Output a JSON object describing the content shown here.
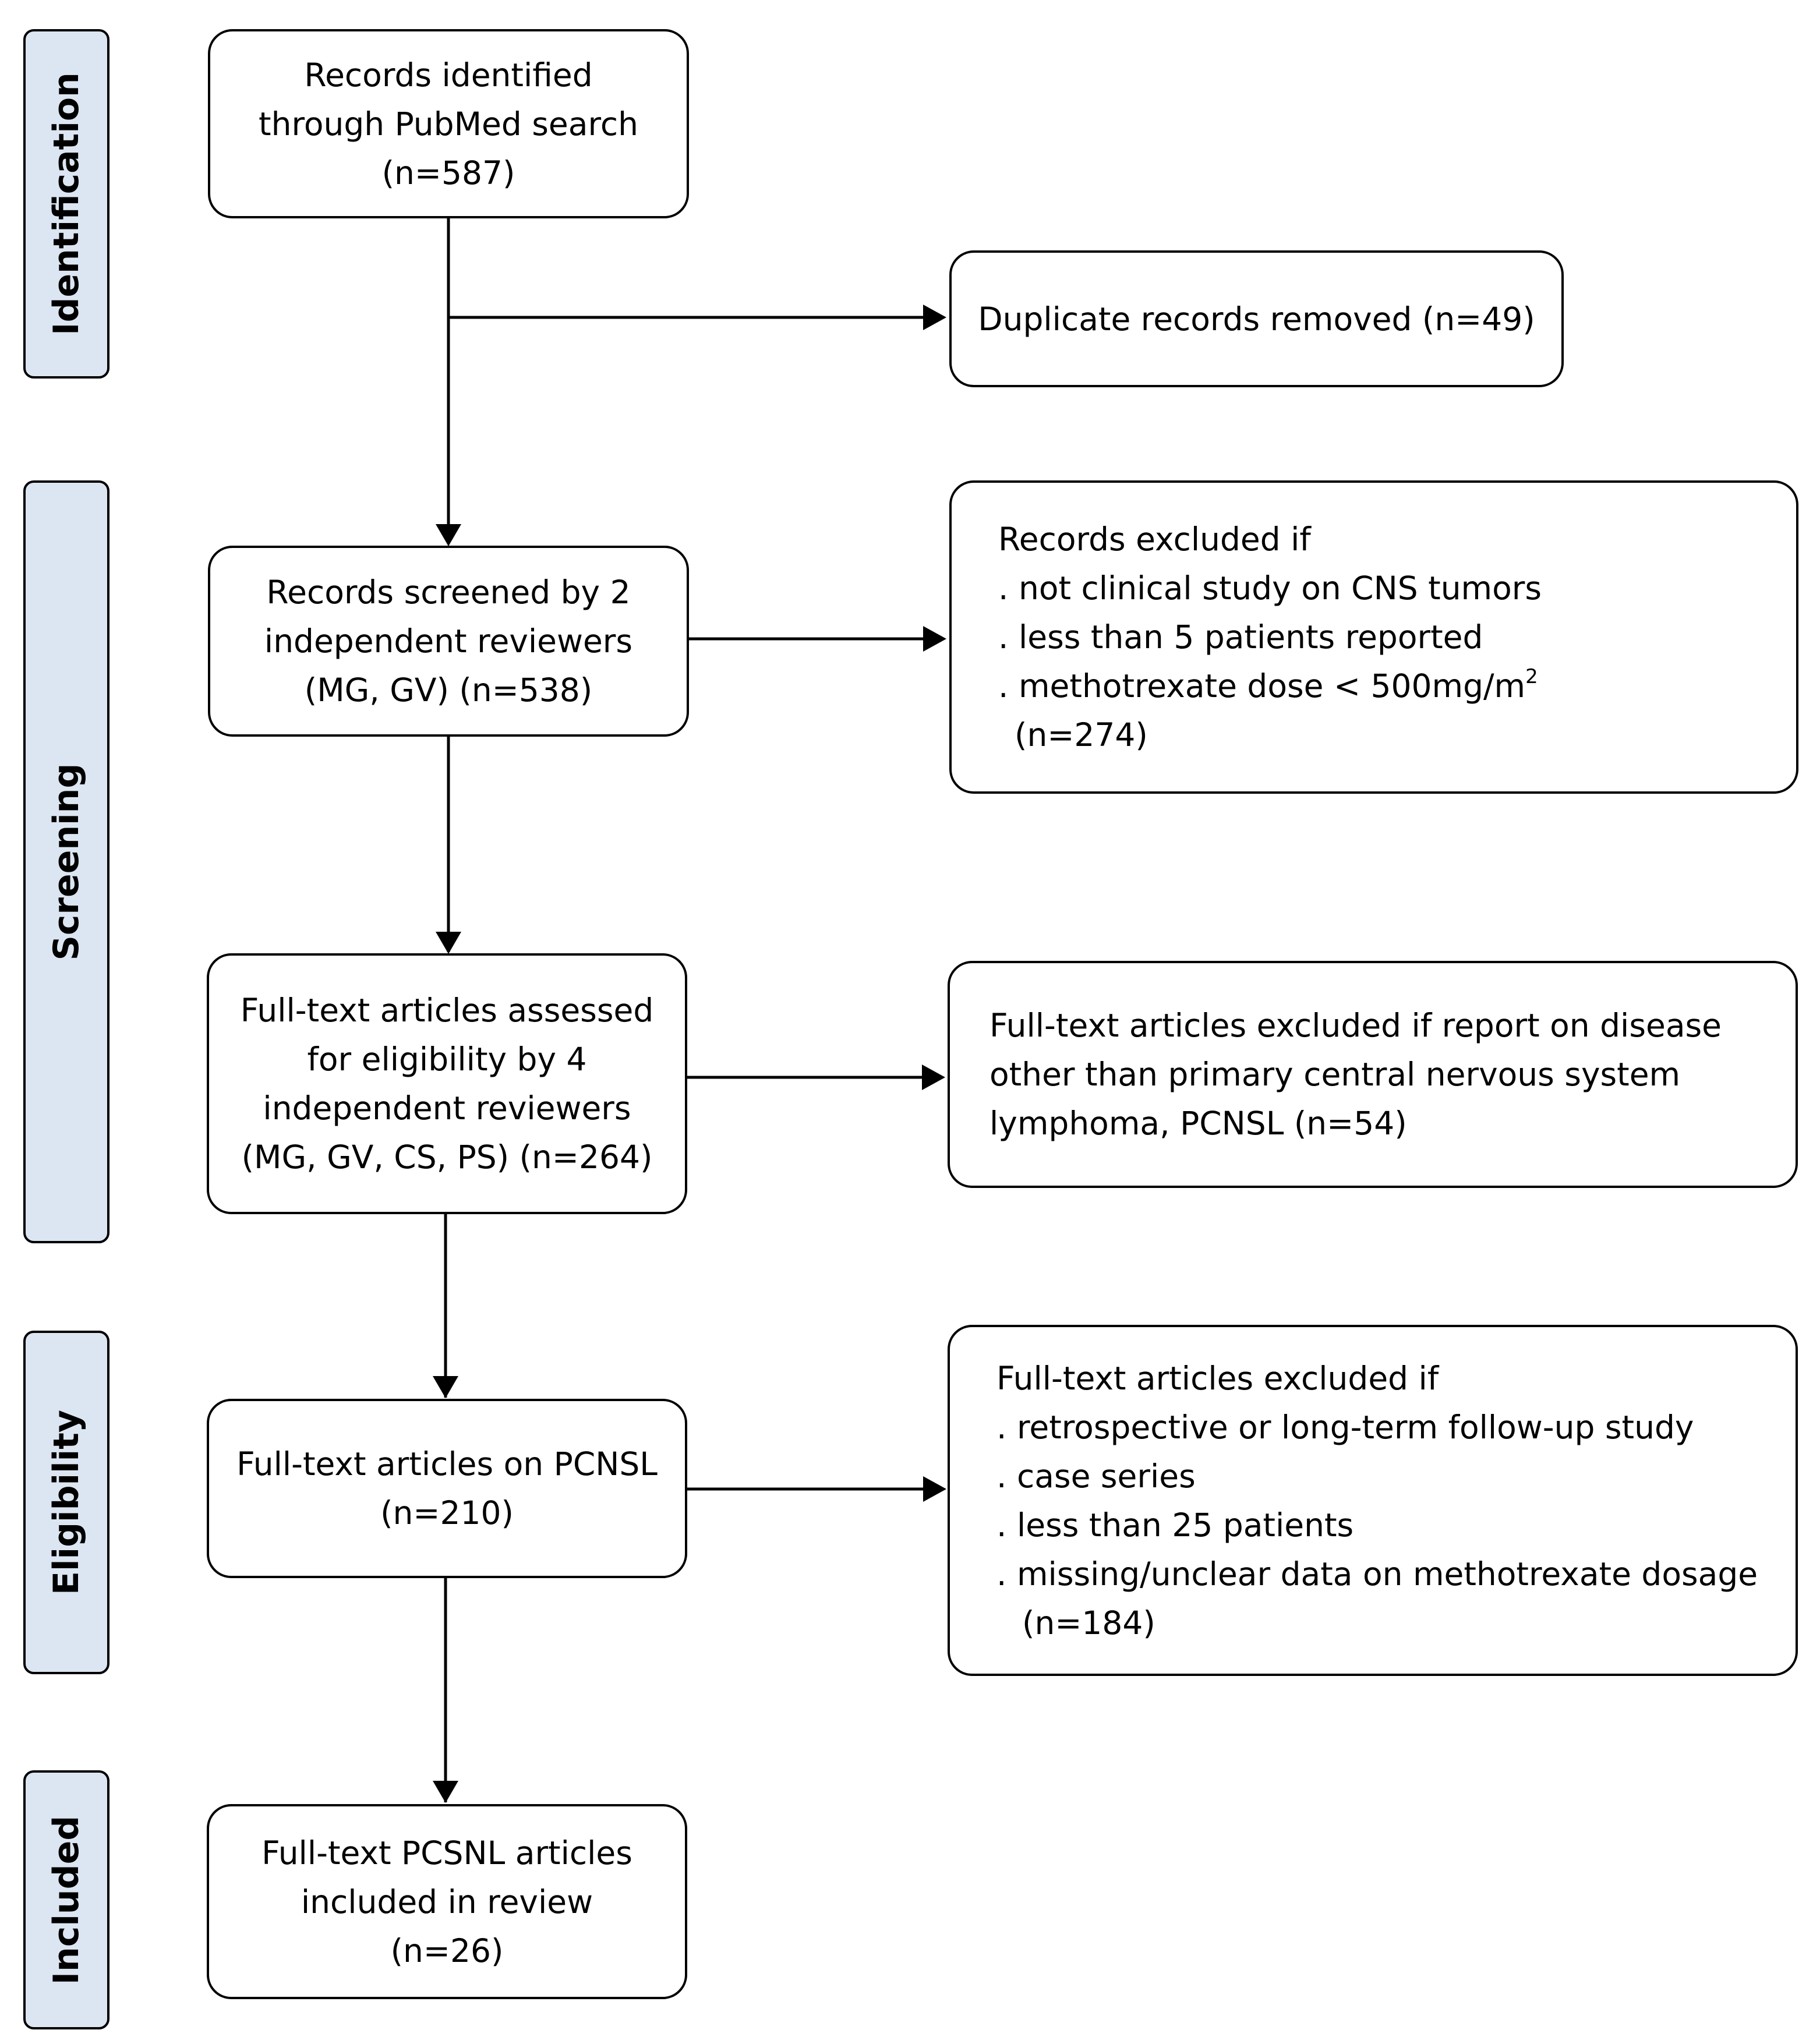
{
  "stages": {
    "identification": "Identification",
    "screening": "Screening",
    "eligibility": "Eligibility",
    "included": "Included"
  },
  "boxes": {
    "identified": [
      "Records identified",
      "through PubMed search",
      "(n=587)"
    ],
    "duplicates": [
      "Duplicate records removed (n=49)"
    ],
    "screened": [
      "Records screened by 2",
      "independent reviewers",
      "(MG, GV) (n=538)"
    ],
    "screen_excluded": {
      "line1": "Records excluded if",
      "line2": ". not clinical study on CNS tumors",
      "line3": ". less than 5 patients reported",
      "line4": ". methotrexate dose < 500mg/m",
      "line4_sup": "2",
      "line5": "(n=274)"
    },
    "fulltext_assessed": [
      "Full-text articles assessed",
      "for eligibility by 4",
      "independent reviewers",
      "(MG, GV, CS, PS) (n=264)"
    ],
    "fulltext_excluded": [
      "Full-text articles excluded if report on disease",
      "other than primary central nervous system",
      "lymphoma, PCNSL (n=54)"
    ],
    "pcnsl": [
      "Full-text articles on PCNSL",
      "(n=210)"
    ],
    "eligibility_excluded": [
      "Full-text articles excluded if",
      ". retrospective or long-term follow-up study",
      ". case series",
      ". less than 25 patients",
      ". missing/unclear data on methotrexate dosage",
      "(n=184)"
    ],
    "included": [
      "Full-text PCSNL articles",
      "included in review",
      "(n=26)"
    ]
  }
}
